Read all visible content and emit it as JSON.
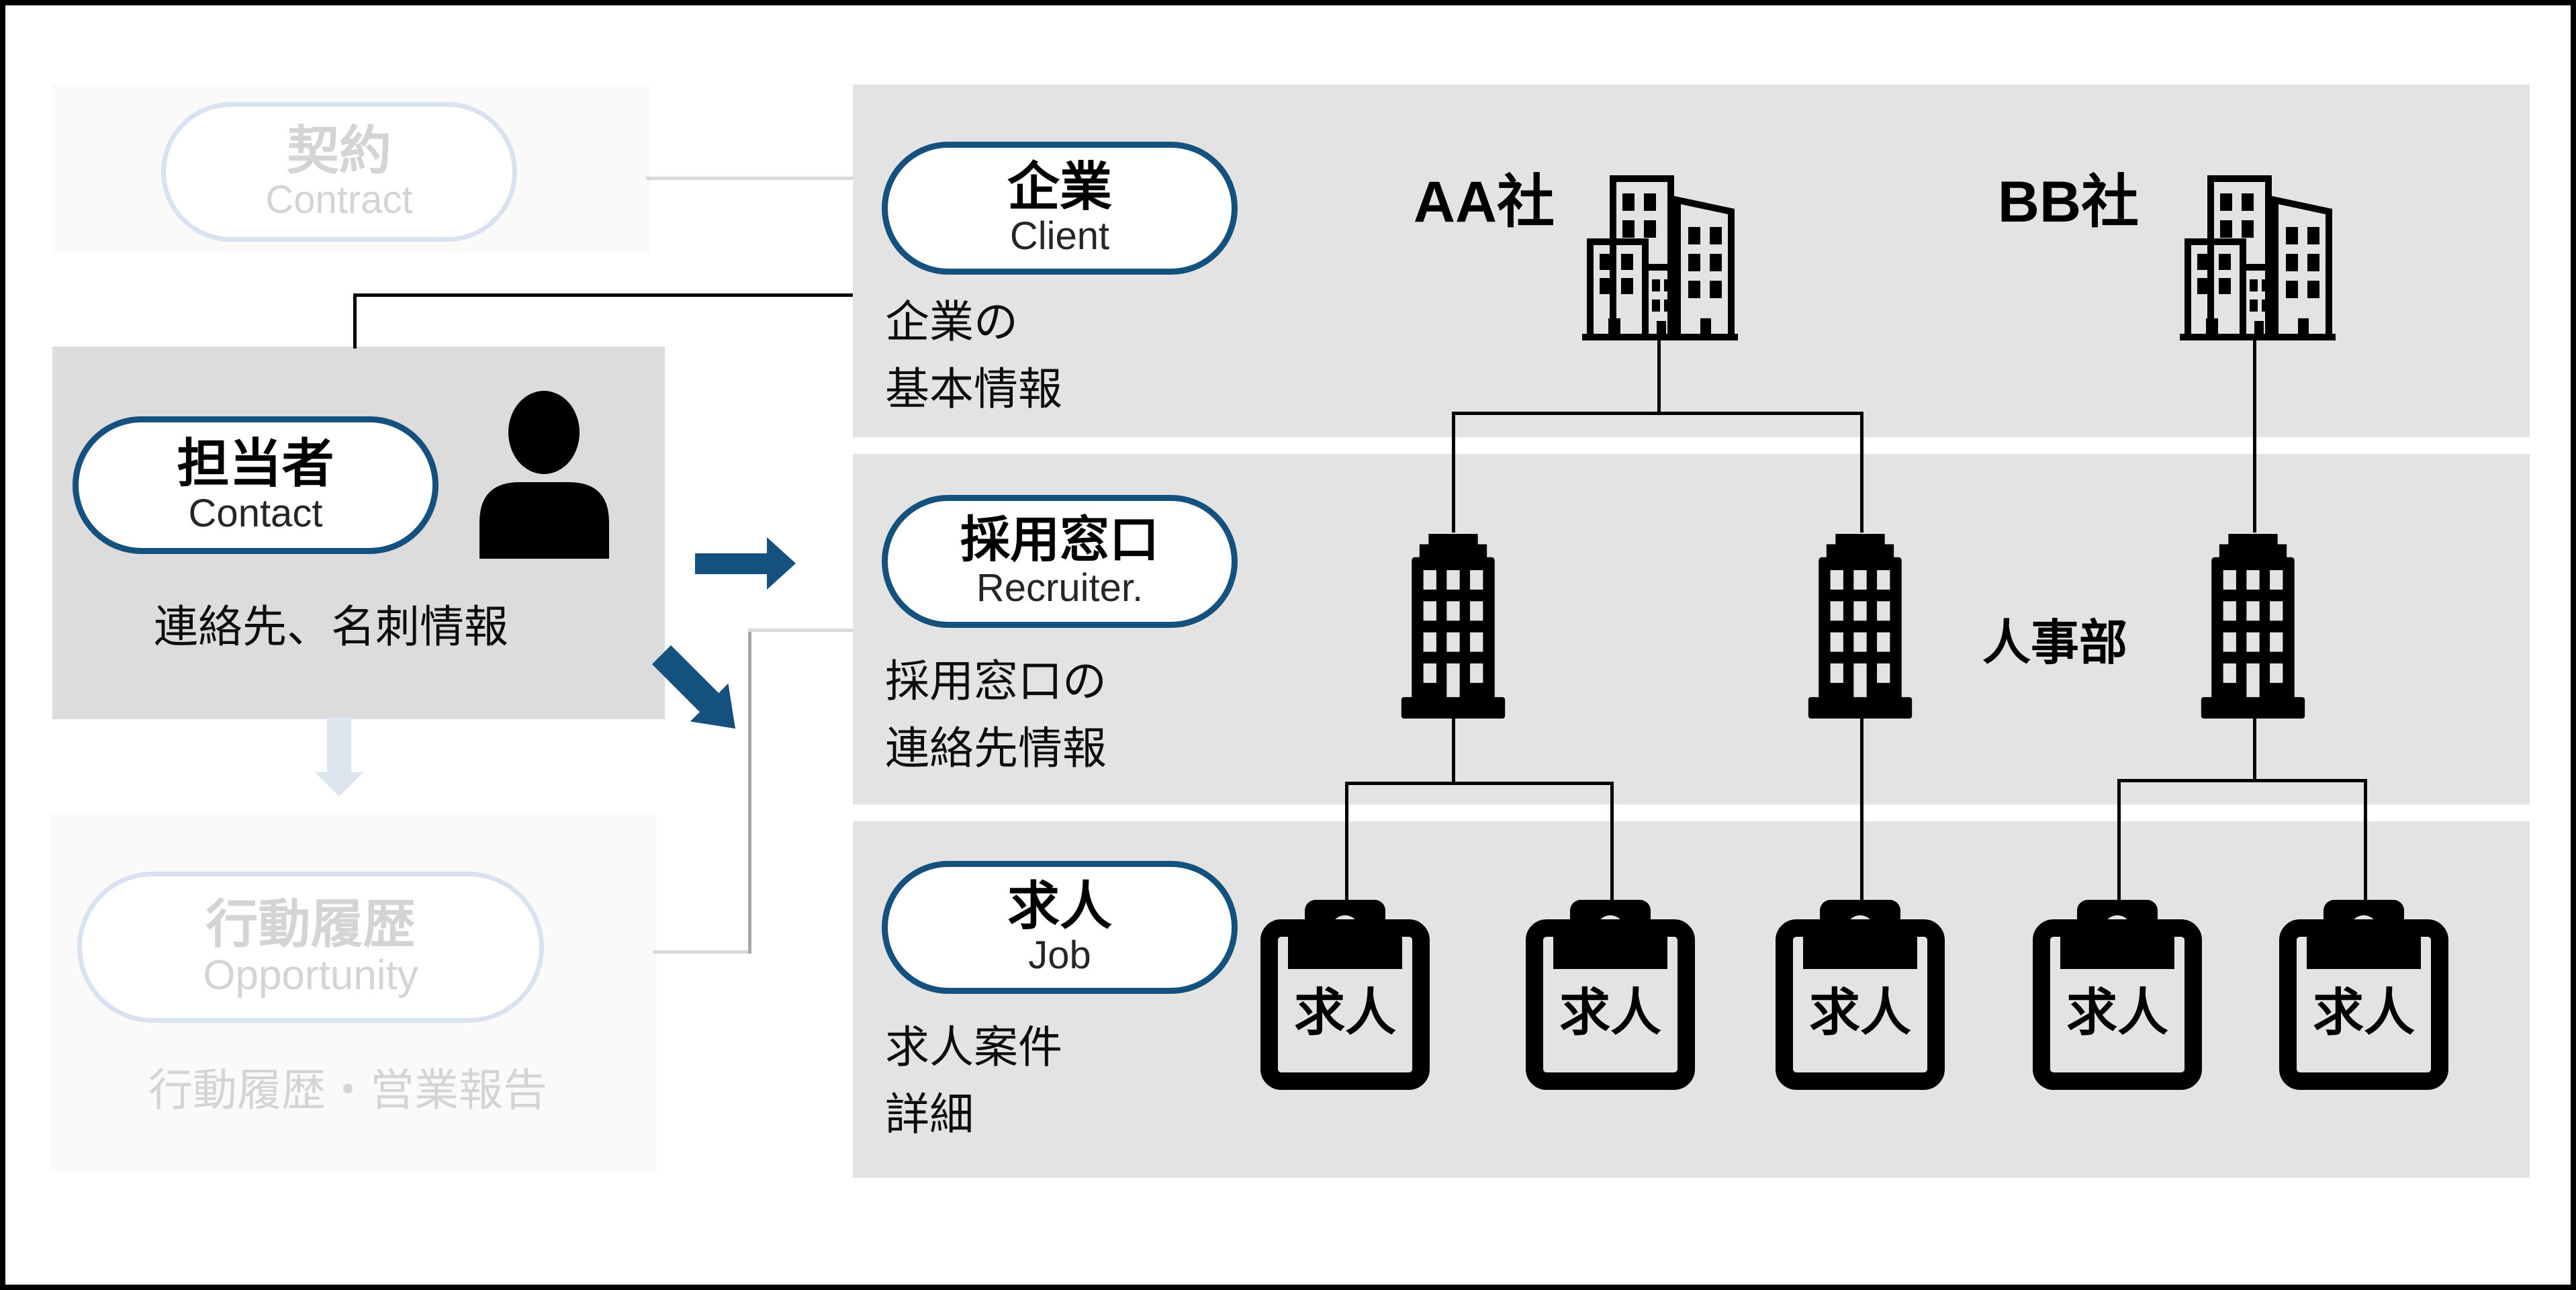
{
  "colors": {
    "accent_navy": "#14517f",
    "disabled_pill_border": "#d9e2f0",
    "disabled_text": "#d4d4d4",
    "panel_gray": "#e3e3e3",
    "contact_box_gray": "#dcdcdc",
    "light_box_gray": "#fafafa",
    "connector_light_gray": "#d9d9d9",
    "connector_dark_gray": "#a6a6a6",
    "light_blue_arrow": "#dce4ee",
    "icon_black": "#000000"
  },
  "left_column": {
    "contract": {
      "title": "契約",
      "subtitle": "Contract",
      "state": "inactive"
    },
    "contact": {
      "title": "担当者",
      "subtitle": "Contact",
      "description": "連絡先、名刺情報",
      "state": "active"
    },
    "opportunity": {
      "title": "行動履歴",
      "subtitle": "Opportunity",
      "description": "行動履歴・営業報告",
      "state": "inactive"
    }
  },
  "right_column": {
    "client": {
      "title": "企業",
      "subtitle": "Client",
      "description": [
        "企業の",
        "基本情報"
      ],
      "companies": [
        {
          "name": "AA社"
        },
        {
          "name": "BB社"
        }
      ]
    },
    "recruiter": {
      "title": "採用窓口",
      "subtitle": "Recruiter.",
      "description": [
        "採用窓口の",
        "連絡先情報"
      ],
      "department_label": "人事部"
    },
    "job": {
      "title": "求人",
      "subtitle": "Job",
      "description": [
        "求人案件",
        "詳細"
      ],
      "clipboard_label": "求人",
      "clipboard_count": 5
    }
  }
}
